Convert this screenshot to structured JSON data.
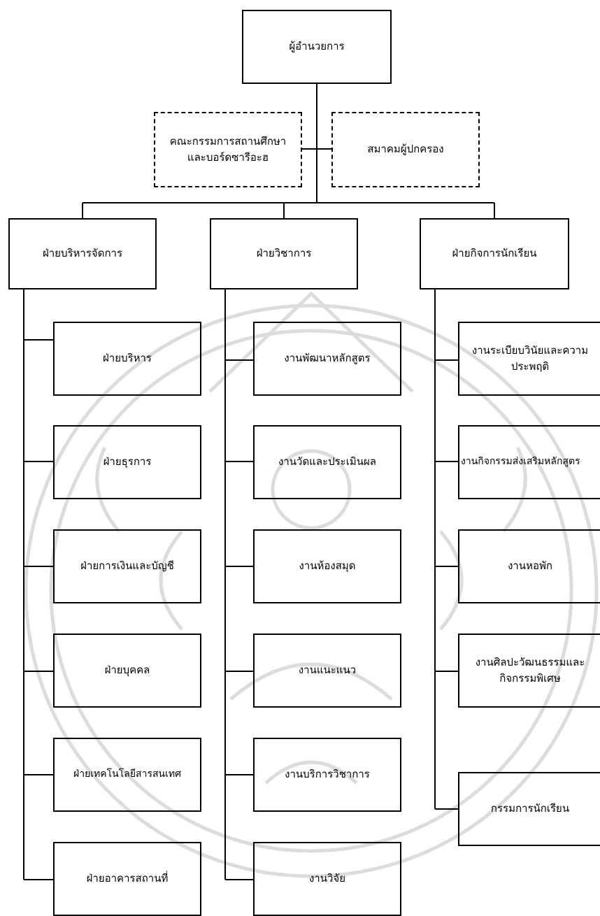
{
  "director": "ผู้อำนวยการ",
  "advisory": {
    "board": "คณะกรรมการสถานศึกษา และบอร์ดซารีอะฮ",
    "parents": "สมาคมผู้ปกครอง"
  },
  "departments": [
    {
      "title": "ฝ่ายบริหารจัดการ",
      "units": [
        "ฝ่ายบริหาร",
        "ฝ่ายธุรการ",
        "ฝ่ายการเงินและบัญชี",
        "ฝ่ายบุคคล",
        "ฝ่ายเทคโนโลยีสารสนเทศ",
        "ฝ่ายอาคารสถานที่"
      ]
    },
    {
      "title": "ฝ่ายวิชาการ",
      "units": [
        "งานพัฒนาหลักสูตร",
        "งานวัดและประเมินผล",
        "งานห้องสมุด",
        "งานแนะแนว",
        "งานบริการวิชาการ",
        "งานวิจัย"
      ]
    },
    {
      "title": "ฝ่ายกิจการนักเรียน",
      "units": [
        "งานระเบียบวินัยและความประพฤติ",
        "งานกิจกรรมส่งเสริมหลักสูตร",
        "งานหอพัก",
        "งานศิลปะวัฒนธรรมและกิจกรรมพิเศษ",
        "กรรมการนักเรียน"
      ]
    }
  ],
  "colors": {
    "line": "#000000",
    "watermark": "#d9d9d9"
  }
}
